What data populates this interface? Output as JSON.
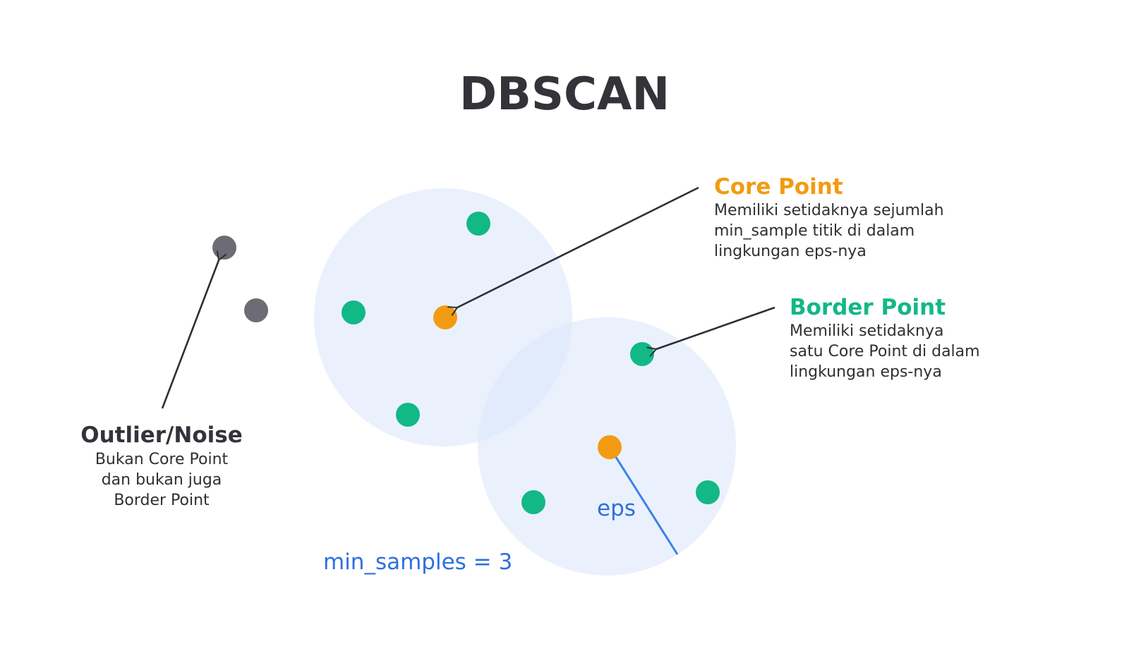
{
  "title": "DBSCAN",
  "core_point": {
    "heading": "Core Point",
    "lines": [
      "Memiliki setidaknya sejumlah",
      "min_sample titik di dalam",
      "lingkungan eps-nya"
    ]
  },
  "border_point": {
    "heading": "Border Point",
    "lines": [
      "Memiliki setidaknya",
      "satu Core Point di dalam",
      "lingkungan eps-nya"
    ]
  },
  "outlier": {
    "heading": "Outlier/Noise",
    "lines": [
      "Bukan Core Point",
      "dan bukan juga",
      "Border Point"
    ]
  },
  "eps_label": "eps",
  "min_samples_label": "min_samples = 3",
  "colors": {
    "core": "#f29b12",
    "border": "#12b886",
    "noise": "#6c6d74",
    "region": "#dce8fb",
    "eps": "#3b82e6",
    "text_blue": "#2f6fde",
    "arrow": "#2e2f36"
  }
}
